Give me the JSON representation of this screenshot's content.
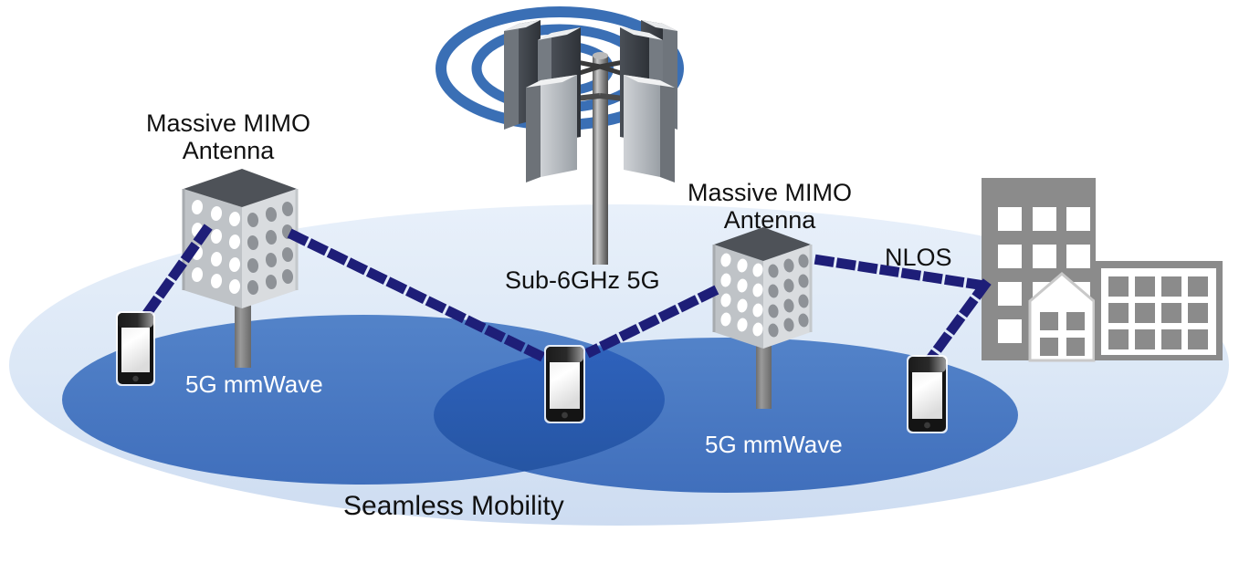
{
  "diagram": {
    "title": "5G network architecture: massive MIMO small cells under a sub-6GHz macro cell",
    "background_color": "#ffffff",
    "colors": {
      "coverage_outer": "#dde8f6",
      "coverage_outer_edge": "#c3d5ec",
      "mmwave_cell": "#4a7bc4",
      "mmwave_overlap": "#2a5ebc",
      "wave_arc": "#3a6fb5",
      "link_dash": "#1e1e78",
      "building_gray": "#8b8b8b",
      "antenna_gray": "#a9a9a9",
      "pole_gray": "#8a8a8a",
      "text_dark": "#111111",
      "text_light": "#ffffff"
    }
  },
  "labels": {
    "massive_mimo_left": {
      "line1": "Massive MIMO",
      "line2": "Antenna"
    },
    "massive_mimo_right": {
      "line1": "Massive MIMO",
      "line2": "Antenna"
    },
    "macro_cell": "Sub-6GHz 5G",
    "mmwave_left": "5G mmWave",
    "mmwave_right": "5G mmWave",
    "nlos": "NLOS",
    "seamless_mobility": "Seamless Mobility"
  },
  "nodes": {
    "macro_tower": {
      "name": "Sub-6GHz 5G macro cell tower",
      "wave_rings": 3
    },
    "antenna_left": {
      "name": "Massive MIMO antenna (left small cell)",
      "element_rows": 4,
      "element_cols": 3
    },
    "antenna_right": {
      "name": "Massive MIMO antenna (right small cell)",
      "element_rows": 4,
      "element_cols": 3
    },
    "phone_left": {
      "name": "User smartphone at left cell edge"
    },
    "phone_center": {
      "name": "User smartphone in cell overlap region"
    },
    "phone_right": {
      "name": "User smartphone served via NLOS reflection"
    },
    "buildings": {
      "name": "Urban building cluster causing NLOS reflection",
      "count": 3
    }
  },
  "links": [
    {
      "name": "link-left-antenna-to-left-phone",
      "type": "mmWave LOS",
      "from": "antenna_left",
      "to": "phone_left"
    },
    {
      "name": "link-left-antenna-to-center-phone",
      "type": "mmWave LOS",
      "from": "antenna_left",
      "to": "phone_center"
    },
    {
      "name": "link-right-antenna-to-center-phone",
      "type": "mmWave LOS",
      "from": "antenna_right",
      "to": "phone_center"
    },
    {
      "name": "link-right-antenna-to-building",
      "type": "NLOS incident",
      "from": "antenna_right",
      "to": "buildings"
    },
    {
      "name": "link-building-to-right-phone",
      "type": "NLOS reflected",
      "from": "buildings",
      "to": "phone_right"
    }
  ],
  "coverage": {
    "outer": {
      "name": "Seamless mobility coverage area"
    },
    "cell_left": {
      "name": "Left 5G mmWave small cell"
    },
    "cell_right": {
      "name": "Right 5G mmWave small cell"
    }
  }
}
